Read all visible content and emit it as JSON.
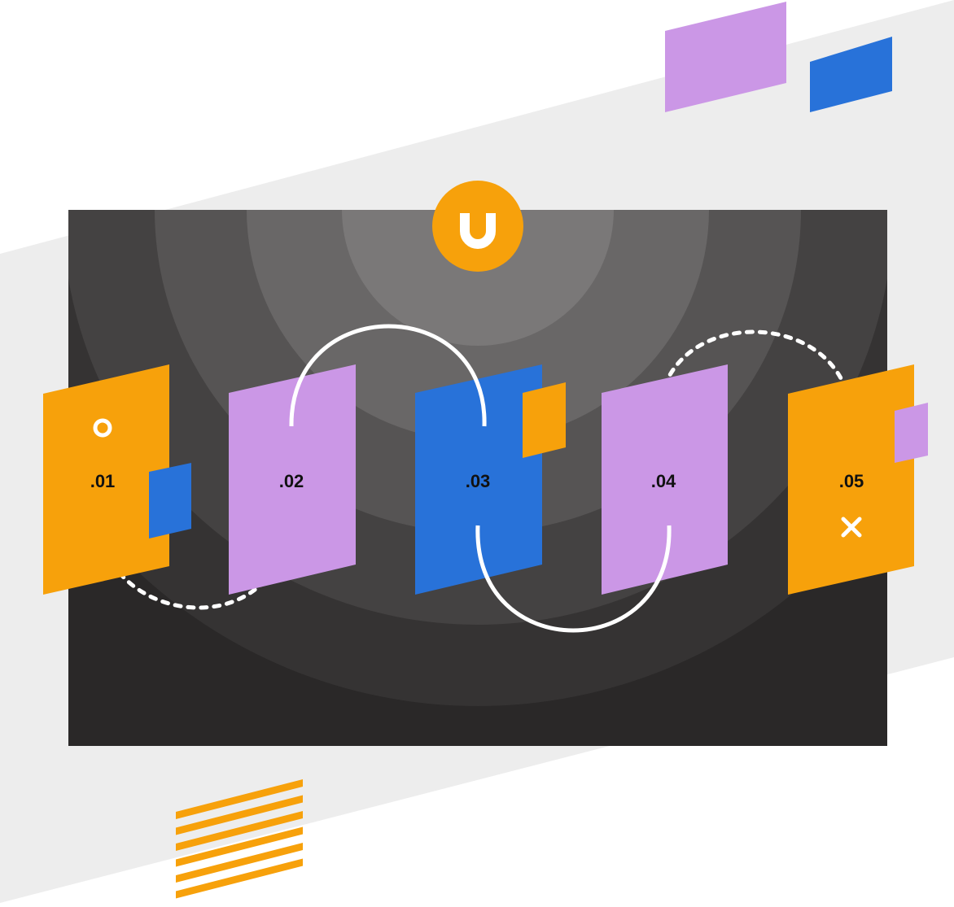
{
  "colors": {
    "orange": "#F7A10B",
    "purple": "#CB97E6",
    "blue": "#2872D9",
    "band": "#EDEDED",
    "dark": "#2A2828",
    "ring_1": "#353333",
    "ring_2": "#444242",
    "ring_3": "#565454",
    "ring_4": "#696767",
    "ring_5": "#7A7878",
    "white": "#FFFFFF",
    "label": "#111111"
  },
  "logo": {
    "letter": "U",
    "icon": "u-logo-icon"
  },
  "steps": [
    {
      "label": ".01",
      "color": "orange",
      "marker": "circle-icon",
      "accent": "blue"
    },
    {
      "label": ".02",
      "color": "purple",
      "marker": "",
      "accent": ""
    },
    {
      "label": ".03",
      "color": "blue",
      "marker": "",
      "accent": "orange"
    },
    {
      "label": ".04",
      "color": "purple",
      "marker": "",
      "accent": ""
    },
    {
      "label": ".05",
      "color": "orange",
      "marker": "close-icon",
      "accent": "purple"
    }
  ],
  "connectors": [
    {
      "from": ".01",
      "to": ".02",
      "style": "dotted"
    },
    {
      "from": ".02",
      "to": ".03",
      "style": "solid"
    },
    {
      "from": ".03",
      "to": ".04",
      "style": "solid"
    },
    {
      "from": ".04",
      "to": ".05",
      "style": "dotted"
    }
  ]
}
